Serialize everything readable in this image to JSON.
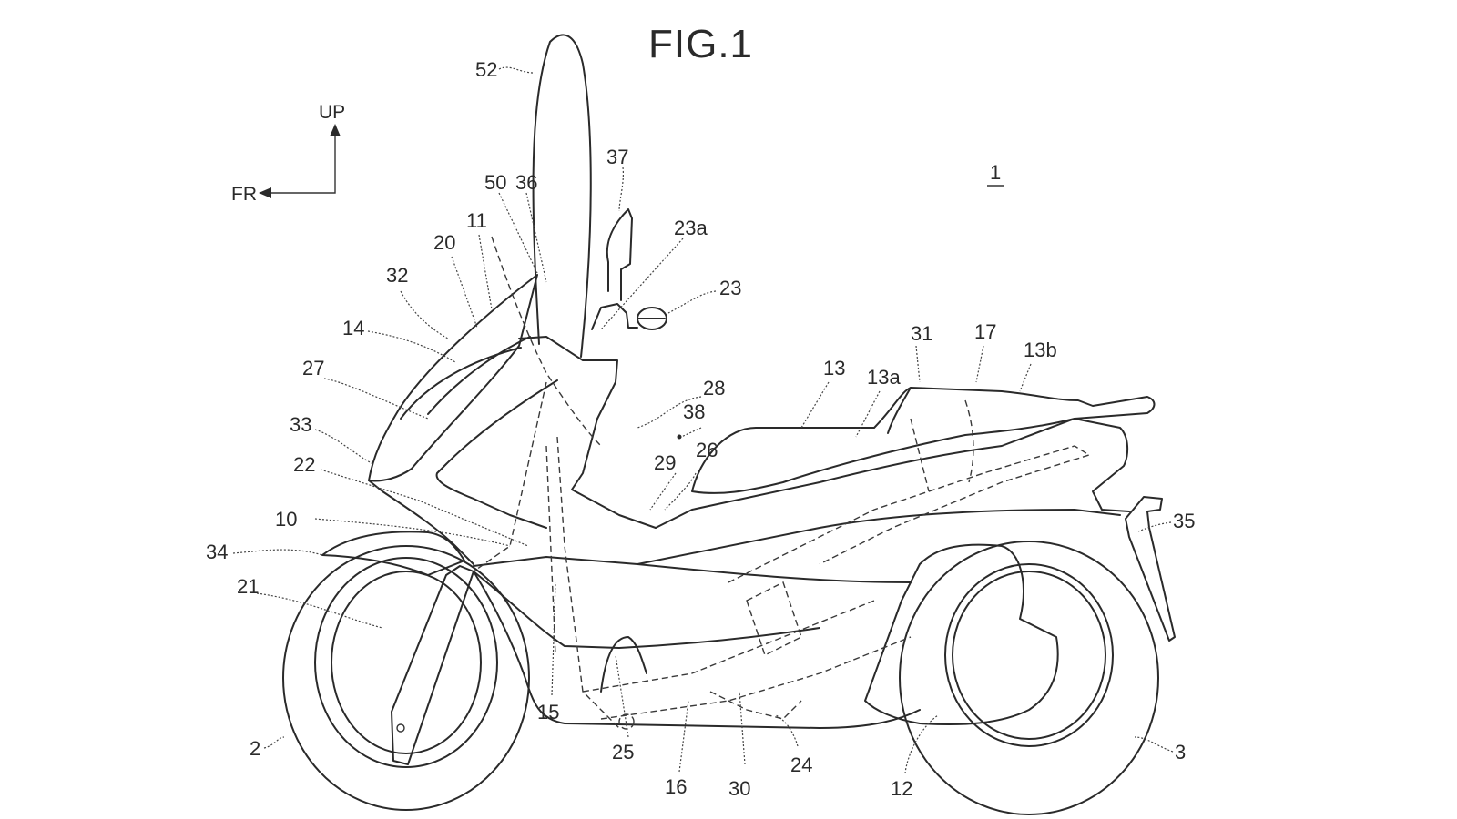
{
  "figure": {
    "title": "FIG.1",
    "assembly_ref": "1",
    "direction_up": "UP",
    "direction_front": "FR"
  },
  "reference_numerals": [
    {
      "id": "52",
      "text": "52",
      "part": "windscreen"
    },
    {
      "id": "37",
      "text": "37",
      "part": "mirror"
    },
    {
      "id": "50",
      "text": "50",
      "part": "screen-bracket"
    },
    {
      "id": "36",
      "text": "36",
      "part": "screen-mount"
    },
    {
      "id": "23a",
      "text": "23a",
      "part": "handlebar-mount"
    },
    {
      "id": "23",
      "text": "23",
      "part": "handlebar-grip"
    },
    {
      "id": "20",
      "text": "20",
      "part": "head-pipe"
    },
    {
      "id": "11",
      "text": "11",
      "part": "steering-stem"
    },
    {
      "id": "32",
      "text": "32",
      "part": "front-cover"
    },
    {
      "id": "14",
      "text": "14",
      "part": "steering-shaft"
    },
    {
      "id": "27",
      "text": "27",
      "part": "inner-cover"
    },
    {
      "id": "28",
      "text": "28",
      "part": "leg-shield"
    },
    {
      "id": "38",
      "text": "38",
      "part": "point"
    },
    {
      "id": "26",
      "text": "26",
      "part": "floor-step"
    },
    {
      "id": "29",
      "text": "29",
      "part": "center-tunnel"
    },
    {
      "id": "33",
      "text": "33",
      "part": "headlight-cover"
    },
    {
      "id": "22",
      "text": "22",
      "part": "front-fork-upper"
    },
    {
      "id": "10",
      "text": "10",
      "part": "body-frame"
    },
    {
      "id": "34",
      "text": "34",
      "part": "front-fender"
    },
    {
      "id": "21",
      "text": "21",
      "part": "front-fork"
    },
    {
      "id": "2",
      "text": "2",
      "part": "front-wheel"
    },
    {
      "id": "15",
      "text": "15",
      "part": "down-tube"
    },
    {
      "id": "25",
      "text": "25",
      "part": "stand"
    },
    {
      "id": "16",
      "text": "16",
      "part": "lower-frame"
    },
    {
      "id": "30",
      "text": "30",
      "part": "under-cover"
    },
    {
      "id": "24",
      "text": "24",
      "part": "pivot"
    },
    {
      "id": "12",
      "text": "12",
      "part": "power-unit"
    },
    {
      "id": "3",
      "text": "3",
      "part": "rear-wheel"
    },
    {
      "id": "35",
      "text": "35",
      "part": "rear-fender"
    },
    {
      "id": "13",
      "text": "13",
      "part": "seat"
    },
    {
      "id": "13a",
      "text": "13a",
      "part": "front-seat"
    },
    {
      "id": "31",
      "text": "31",
      "part": "seat-frame"
    },
    {
      "id": "17",
      "text": "17",
      "part": "storage-box"
    },
    {
      "id": "13b",
      "text": "13b",
      "part": "rear-seat"
    }
  ]
}
